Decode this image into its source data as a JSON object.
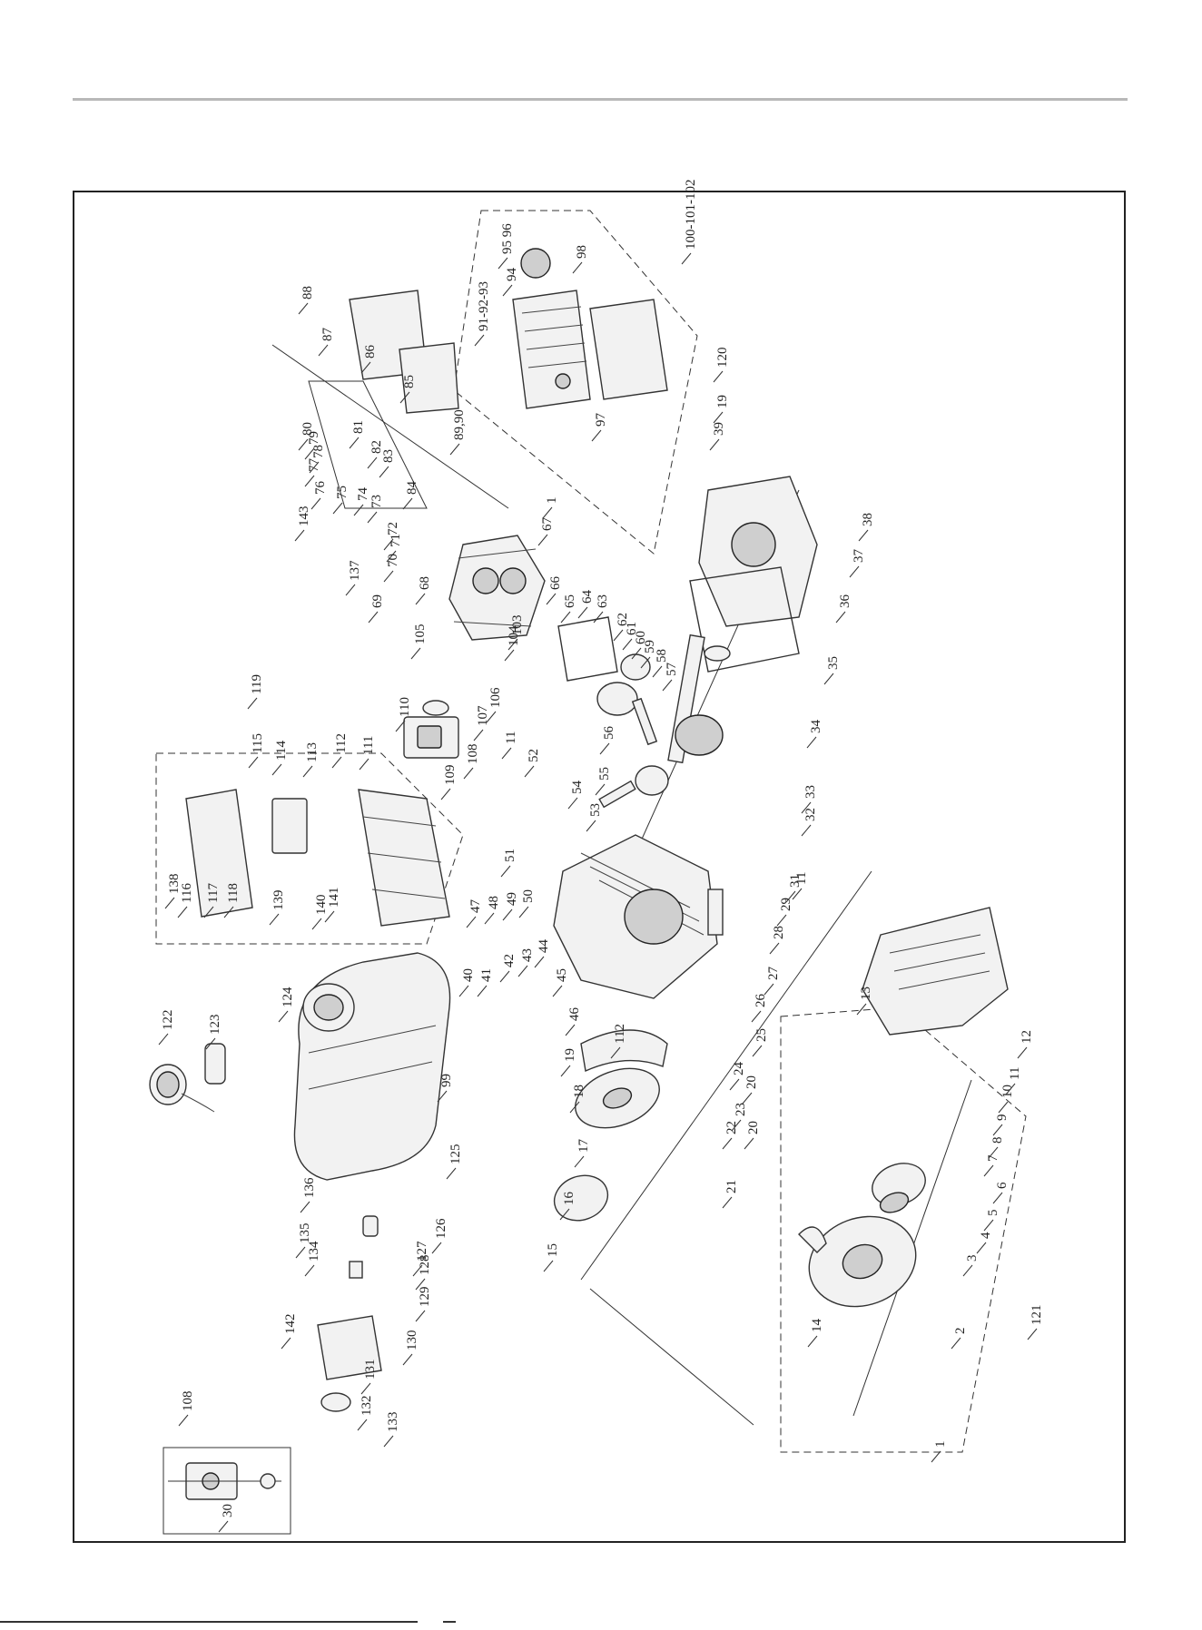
{
  "labels": {
    "p1": "1",
    "p1b": "1",
    "p2": "2",
    "p3": "3",
    "p4": "4",
    "p5": "5",
    "p6": "6",
    "p7": "7",
    "p8": "8",
    "p9": "9",
    "p10": "10",
    "p11": "11",
    "p11b": "11",
    "p11c": "11",
    "p12": "12",
    "p13": "13",
    "p14": "14",
    "p15": "15",
    "p16": "16",
    "p17": "17",
    "p18": "18",
    "p19": "19",
    "p19b": "19",
    "p20": "20",
    "p20b": "20",
    "p21": "21",
    "p22": "22",
    "p23": "23",
    "p24": "24",
    "p25": "25",
    "p26": "26",
    "p27": "27",
    "p28": "28",
    "p29": "29",
    "p30": "30",
    "p31": "31",
    "p32": "32",
    "p33": "33",
    "p34": "34",
    "p35": "35",
    "p36": "36",
    "p37": "37",
    "p38": "38",
    "p39": "39",
    "p40": "40",
    "p41": "41",
    "p42": "42",
    "p43": "43",
    "p44": "44",
    "p45": "45",
    "p46": "46",
    "p47": "47",
    "p48": "48",
    "p49": "49",
    "p50": "50",
    "p51": "51",
    "p52": "52",
    "p53": "53",
    "p54": "54",
    "p55": "55",
    "p56": "56",
    "p57": "57",
    "p58": "58",
    "p59": "59",
    "p60": "60",
    "p61": "61",
    "p62": "62",
    "p63": "63",
    "p64": "64",
    "p65": "65",
    "p66": "66",
    "p67": "67",
    "p68": "68",
    "p69": "69",
    "p70": "70",
    "p71": "71",
    "p72": "72",
    "p73": "73",
    "p74": "74",
    "p75": "75",
    "p76": "76",
    "p77": "77",
    "p78": "78",
    "p79": "79",
    "p80": "80",
    "p81": "81",
    "p82": "82",
    "p83": "83",
    "p84": "84",
    "p85": "85",
    "p86": "86",
    "p87": "87",
    "p88": "88",
    "p89_90": "89,90",
    "p91_92_93": "91-92-93",
    "p94": "94",
    "p95_96": "95 96",
    "p97": "97",
    "p98": "98",
    "p99": "99",
    "p100_101_102": "100-101-102",
    "p103": "103",
    "p104": "104",
    "p105": "105",
    "p106": "106",
    "p107": "107",
    "p108": "108",
    "p108b": "108",
    "p109": "109",
    "p110": "110",
    "p111": "111",
    "p112": "112",
    "p112b": "112",
    "p113": "113",
    "p114": "114",
    "p115": "115",
    "p116": "116",
    "p117": "117",
    "p118": "118",
    "p119": "119",
    "p120": "120",
    "p121": "121",
    "p122": "122",
    "p123": "123",
    "p124": "124",
    "p125": "125",
    "p126": "126",
    "p127": "127",
    "p128": "128",
    "p129": "129",
    "p130": "130",
    "p131": "131",
    "p132": "132",
    "p133": "133",
    "p134": "134",
    "p135": "135",
    "p136": "136",
    "p137": "137",
    "p138": "138",
    "p139": "139",
    "p140": "140",
    "p141": "141",
    "p142": "142",
    "p143": "143"
  }
}
